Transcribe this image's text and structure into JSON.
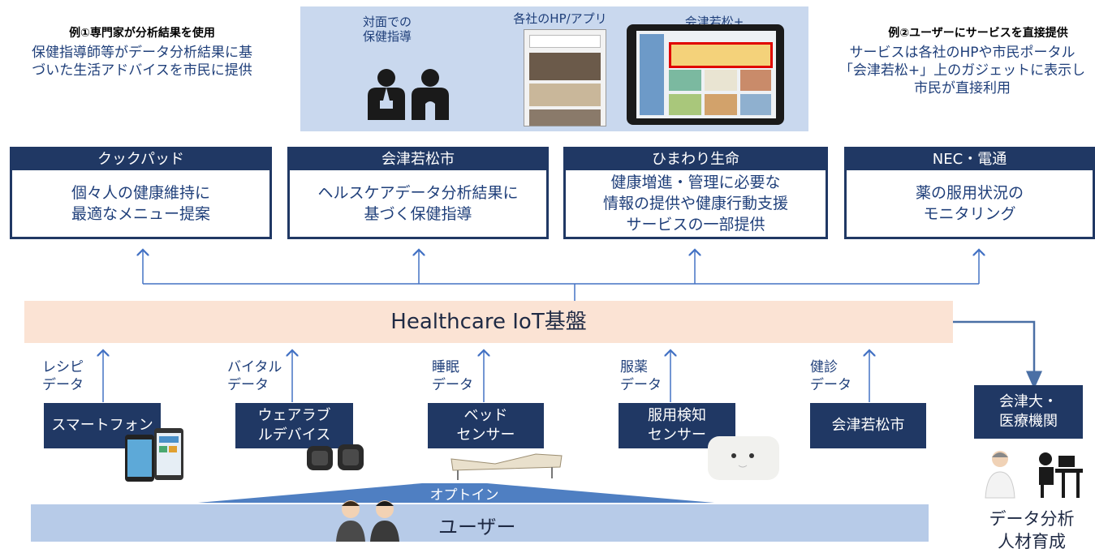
{
  "left_note": {
    "title": "例①専門家が分析結果を使用",
    "line1": "保健指導師等がデータ分析結果に基",
    "line2": "づいた生活アドバイスを市民に提供"
  },
  "right_note": {
    "title": "例②ユーザーにサービスを直接提供",
    "line1": "サービスは各社のHPや市民ポータル",
    "line2": "「会津若松+」上のガジェットに表示し",
    "line3": "市民が直接利用"
  },
  "hero": {
    "label_face1": "対面での",
    "label_face2": "保健指導",
    "label_hp": "各社のHP/アプリ",
    "label_portal": "会津若松+"
  },
  "companies": [
    {
      "name": "クックパッド",
      "line1": "個々人の健康維持に",
      "line2": "最適なメニュー提案",
      "line3": ""
    },
    {
      "name": "会津若松市",
      "line1": "ヘルスケアデータ分析結果に",
      "line2": "基づく保健指導",
      "line3": ""
    },
    {
      "name": "ひまわり生命",
      "line1": "健康増進・管理に必要な",
      "line2": "情報の提供や健康行動支援",
      "line3": "サービスの一部提供"
    },
    {
      "name": "NEC・電通",
      "line1": "薬の服用状況の",
      "line2": "モニタリング",
      "line3": ""
    }
  ],
  "platform": "Healthcare IoT基盤",
  "devices": [
    {
      "data1": "レシピ",
      "data2": "データ",
      "line1": "スマートフォン",
      "line2": ""
    },
    {
      "data1": "バイタル",
      "data2": "データ",
      "line1": "ウェアラブ",
      "line2": "ルデバイス"
    },
    {
      "data1": "睡眠",
      "data2": "データ",
      "line1": "ベッド",
      "line2": "センサー"
    },
    {
      "data1": "服薬",
      "data2": "データ",
      "line1": "服用検知",
      "line2": "センサー"
    },
    {
      "data1": "健診",
      "data2": "データ",
      "line1": "会津若松市",
      "line2": ""
    }
  ],
  "university": {
    "line1": "会津大・",
    "line2": "医療機関"
  },
  "analyst": {
    "line1": "データ分析",
    "line2": "人材育成"
  },
  "opt_in": "オプトイン",
  "user": "ユーザー",
  "colors": {
    "navy": "#203864",
    "platform": "#fbe3d4",
    "hero_bg": "#c9d8ee",
    "opt_in": "#4f7fc2",
    "user_bar": "#b7cbe8"
  }
}
